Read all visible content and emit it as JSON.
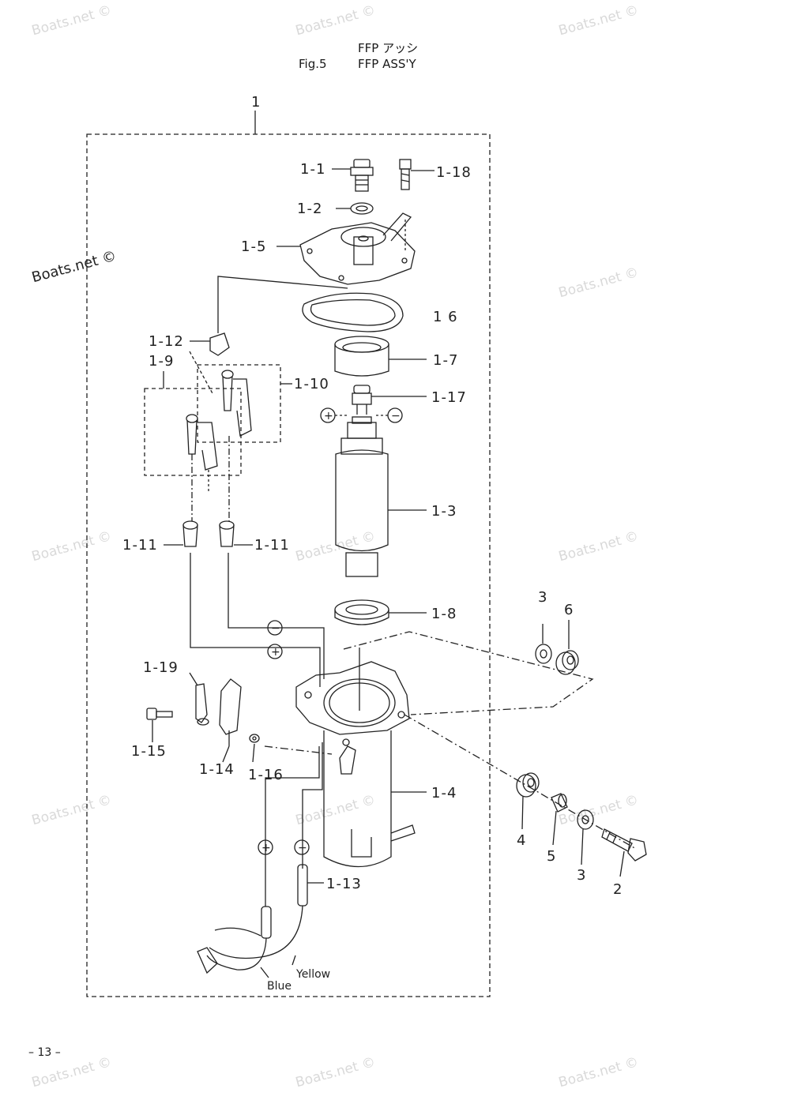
{
  "title": {
    "japanese": "FFP アッシ",
    "fig": "Fig.5",
    "english": "FFP ASS'Y"
  },
  "page_number": "– 13 –",
  "brand_mark": "Boats.net ©",
  "watermark_text": "Boats.net ©",
  "labels": {
    "assembly": "1",
    "p1_1": "1-1",
    "p1_2": "1-2",
    "p1_3": "1-3",
    "p1_4": "1-4",
    "p1_5": "1-5",
    "p1_6": "1 6",
    "p1_7": "1-7",
    "p1_8": "1-8",
    "p1_9": "1-9",
    "p1_10": "1-10",
    "p1_11a": "1-11",
    "p1_11b": "1-11",
    "p1_12": "1-12",
    "p1_13": "1-13",
    "p1_14": "1-14",
    "p1_15": "1-15",
    "p1_16": "1-16",
    "p1_17": "1-17",
    "p1_18": "1-18",
    "p1_19": "1-19",
    "p2": "2",
    "p3a": "3",
    "p3b": "3",
    "p4": "4",
    "p5": "5",
    "p6": "6"
  },
  "polarity": {
    "plus": "+",
    "minus": "−"
  },
  "wires": {
    "blue": "Blue",
    "yellow": "Yellow"
  },
  "colors": {
    "ink": "#222222",
    "watermark": "#d9d9d9"
  }
}
